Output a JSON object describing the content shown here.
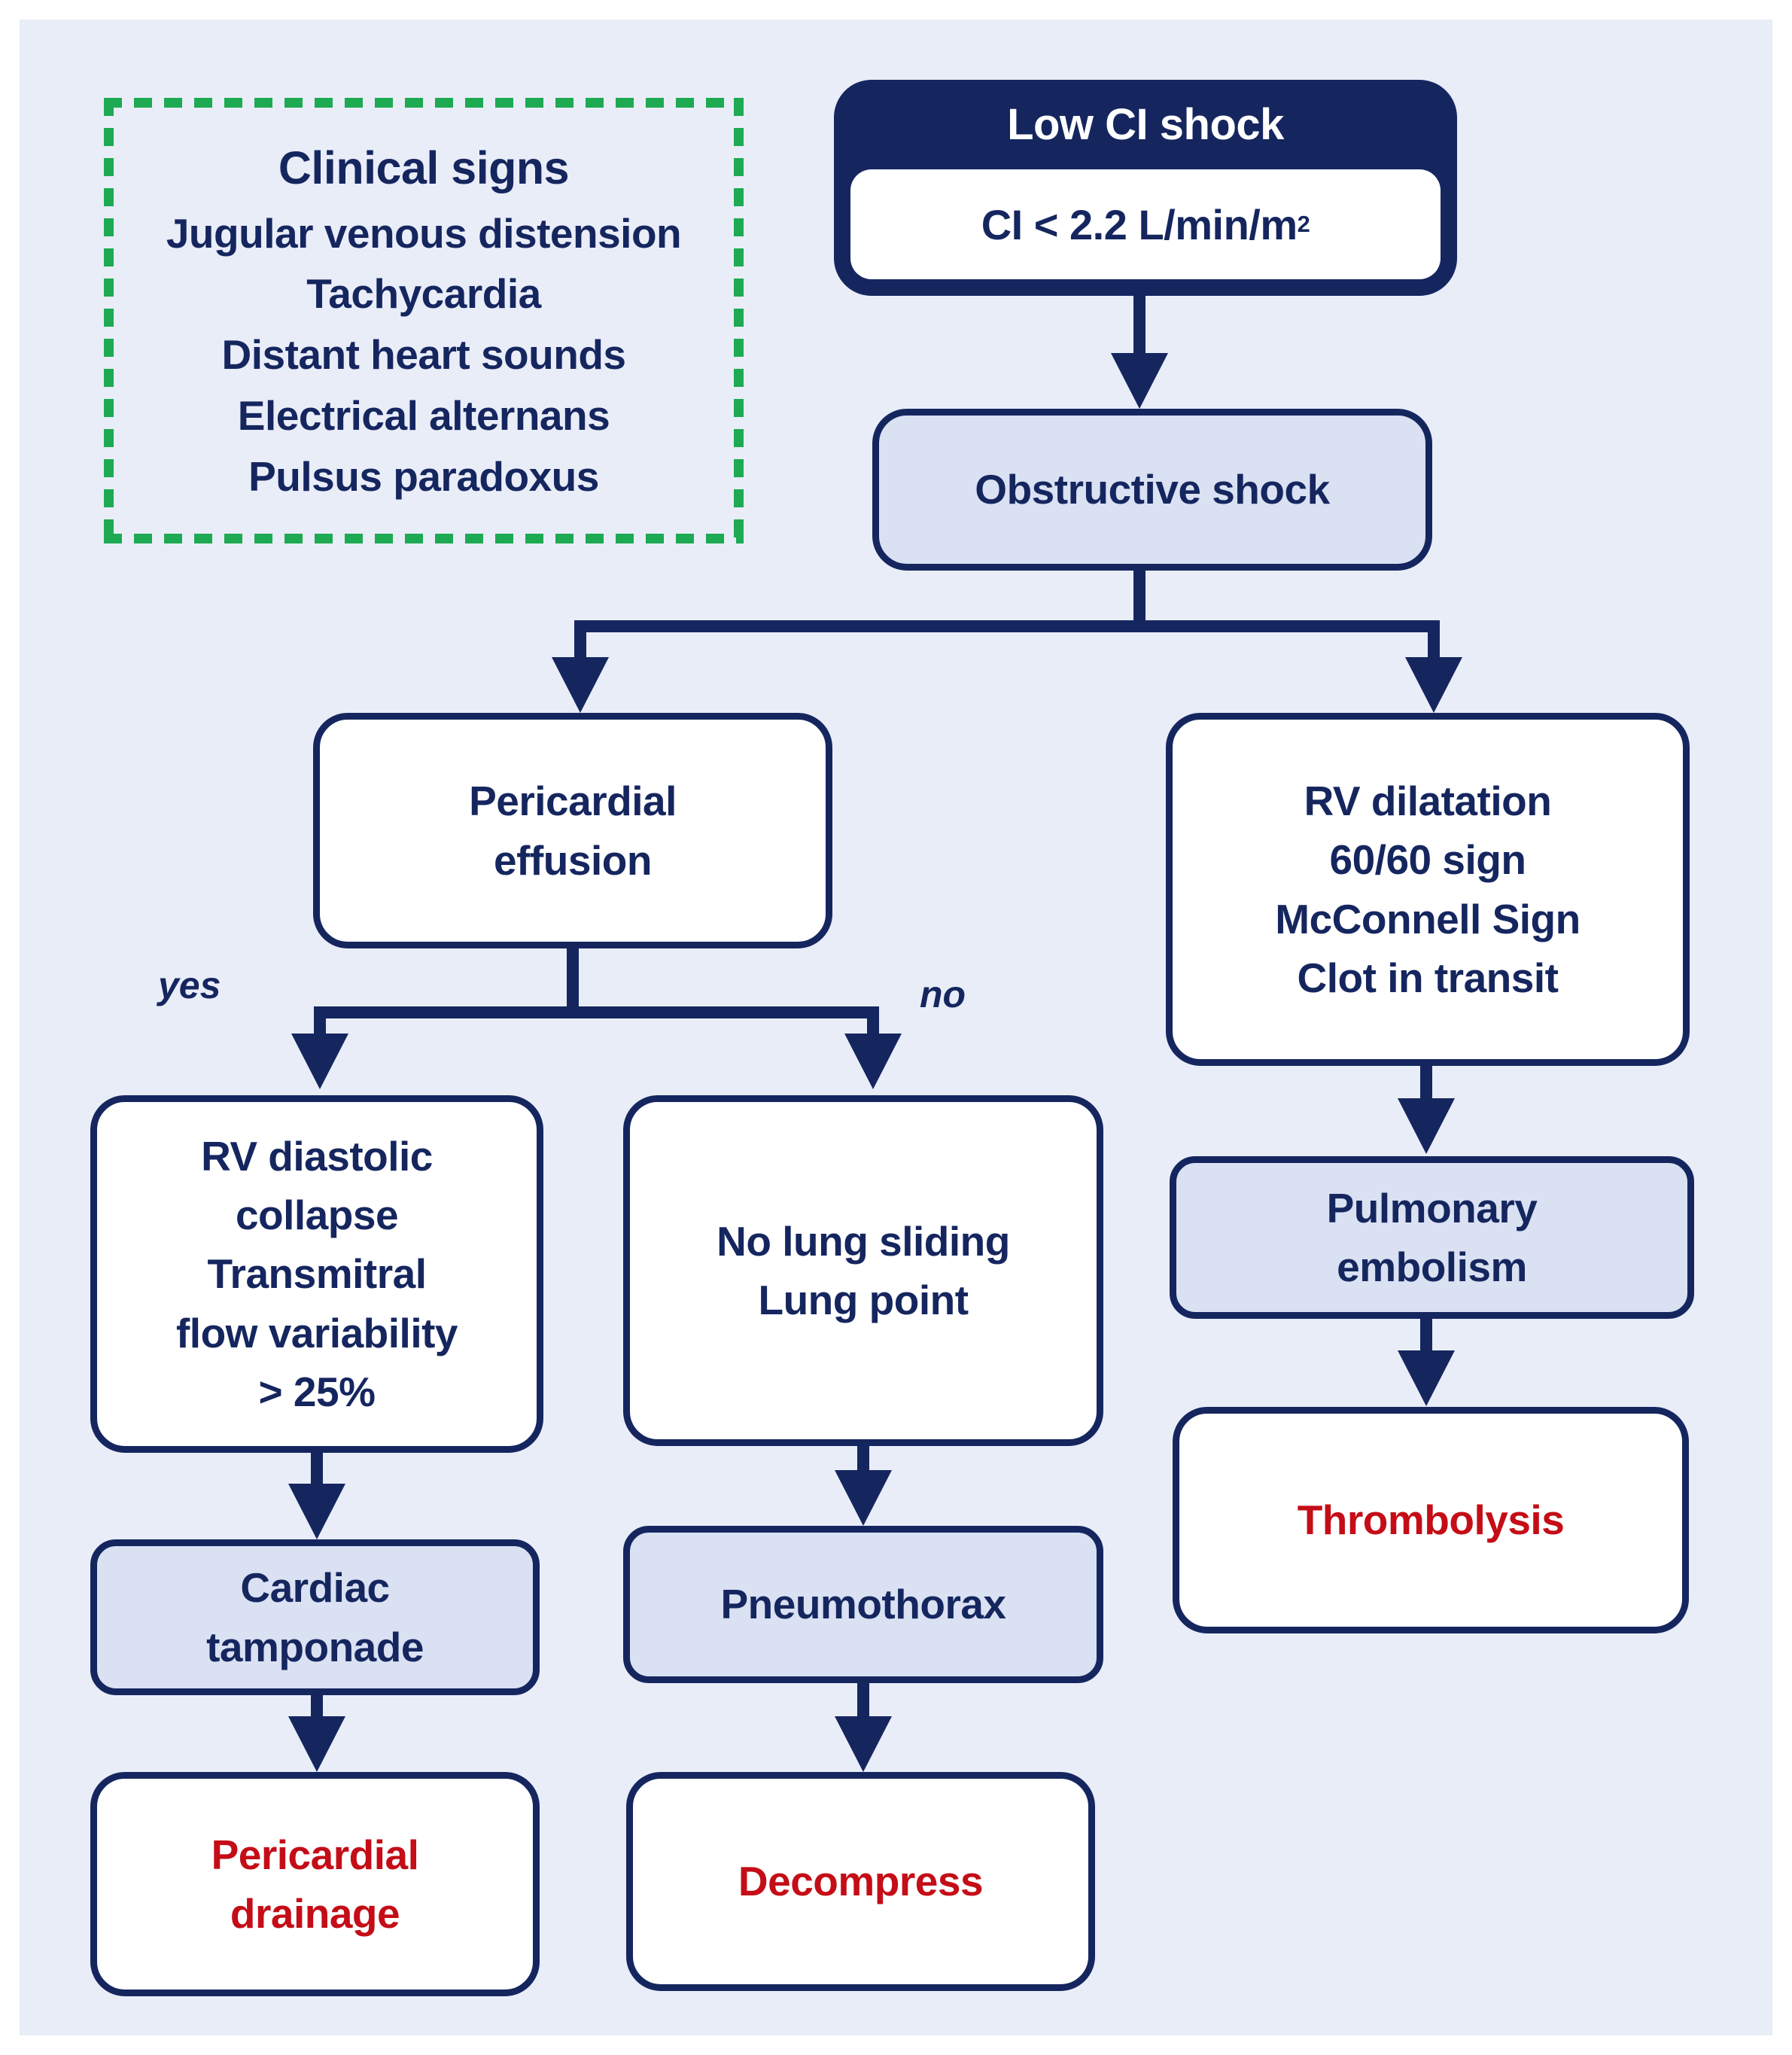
{
  "palette": {
    "navy": "#15265f",
    "box_fill_light": "#d9e1f2",
    "background": "#e9edf8",
    "red": "#c40d17",
    "green": "#1daa52",
    "white": "#ffffff"
  },
  "clinical_signs": {
    "title": "Clinical signs",
    "items": [
      "Jugular venous distension",
      "Tachycardia",
      "Distant heart sounds",
      "Electrical alternans",
      "Pulsus paradoxus"
    ]
  },
  "root": {
    "title": "Low CI shock",
    "criteria": "CI < 2.2 L/min/m",
    "criteria_sup": "2"
  },
  "nodes": {
    "obstructive_shock": {
      "label": "Obstructive shock"
    },
    "pericardial_effusion": {
      "lines": [
        "Pericardial",
        "effusion"
      ]
    },
    "rv_dilatation": {
      "lines": [
        "RV dilatation",
        "60/60 sign",
        "McConnell Sign",
        "Clot in transit"
      ]
    },
    "rv_diastolic": {
      "lines": [
        "RV diastolic",
        "collapse",
        "Transmitral",
        "flow variability",
        "> 25%"
      ]
    },
    "no_lung_sliding": {
      "lines": [
        "No lung sliding",
        "Lung point"
      ]
    },
    "cardiac_tamponade": {
      "lines": [
        "Cardiac",
        "tamponade"
      ]
    },
    "pneumothorax": {
      "label": "Pneumothorax"
    },
    "pulmonary_embolism": {
      "lines": [
        "Pulmonary",
        "embolism"
      ]
    },
    "pericardial_drainage": {
      "lines": [
        "Pericardial",
        "drainage"
      ]
    },
    "decompress": {
      "label": "Decompress"
    },
    "thrombolysis": {
      "label": "Thrombolysis"
    }
  },
  "branch_labels": {
    "yes": "yes",
    "no": "no"
  }
}
